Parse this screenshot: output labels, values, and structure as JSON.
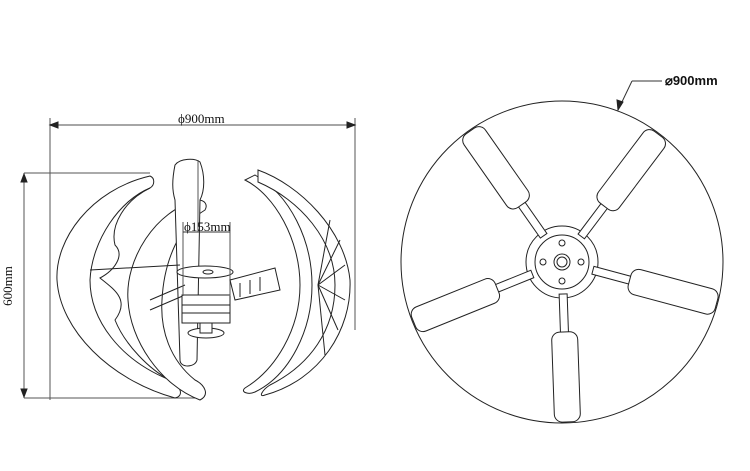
{
  "side_view": {
    "width_label": "ϕ900mm",
    "height_label": "600mm",
    "hub_label": "ϕ153mm"
  },
  "top_view": {
    "diameter_label": "⌀900mm",
    "blade_count": 5
  }
}
